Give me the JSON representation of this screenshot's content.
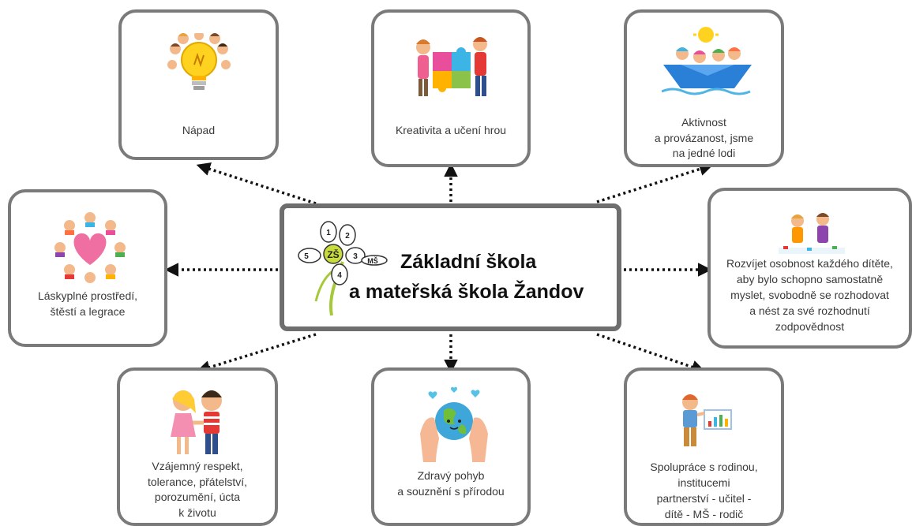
{
  "center": {
    "line1": "Základní škola",
    "line2": "a mateřská škola Žandov",
    "logo_text": {
      "zs": "ZŠ",
      "ms": "MŠ",
      "petals": [
        "1",
        "2",
        "3",
        "4",
        "5"
      ]
    }
  },
  "cards": {
    "napad": {
      "label": "Nápad"
    },
    "kreativita": {
      "label": "Kreativita a učení hrou"
    },
    "aktivnost": {
      "label": "Aktivnost\na provázanost, jsme\nna jedné lodi"
    },
    "laskyplne": {
      "label": "Láskyplné prostředí,\nštěstí a legrace"
    },
    "rozvijet": {
      "label": "Rozvíjet osobnost každého dítěte,\naby bylo schopno samostatně\nmyslet, svobodně se rozhodovat\na nést za své rozhodnutí\nzodpovědnost"
    },
    "respekt": {
      "label": "Vzájemný respekt,\ntolerance, přátelství,\nporozumění, úcta\nk životu"
    },
    "zdravy": {
      "label": "Zdravý pohyb\na souznění s přírodou"
    },
    "spoluprace": {
      "label": "Spolupráce s rodinou,\ninstitucemi\npartnerství - učitel -\ndítě - MŠ - rodič"
    }
  },
  "colors": {
    "border": "#7a7a7a",
    "center_border": "#6e6e6e",
    "arrow": "#111111",
    "logo_green": "#a6c83a"
  },
  "icons": [
    "lightbulb-kids-icon",
    "puzzle-kids-icon",
    "paper-boat-kids-icon",
    "heart-circle-kids-icon",
    "painting-kids-icon",
    "handshake-kids-icon",
    "earth-hands-icon",
    "teacher-board-icon"
  ]
}
